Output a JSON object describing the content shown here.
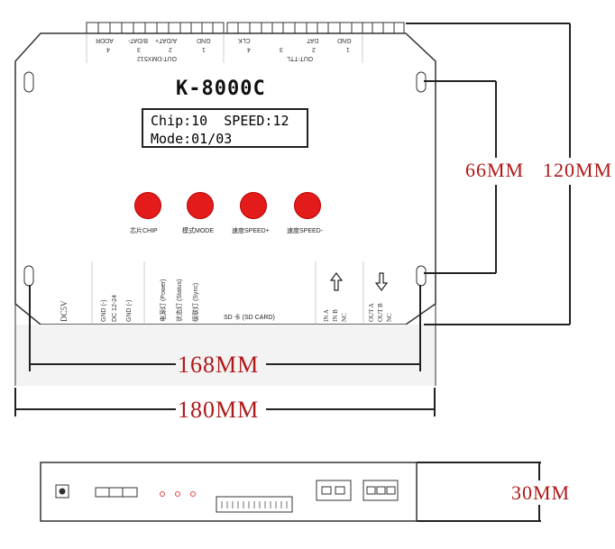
{
  "device": {
    "model": "K-8000C",
    "lcd_line1": "Chip:10  SPEED:12",
    "lcd_line2": "Mode:01/03"
  },
  "buttons": [
    {
      "label": "芯片CHIP"
    },
    {
      "label": "模式MODE"
    },
    {
      "label": "速度SPEED+"
    },
    {
      "label": "速度SPEED-"
    }
  ],
  "top_connectors": {
    "dmx_title": "OUT-DMX512",
    "dmx_pins": [
      "GND",
      "A/DAT+",
      "B/DAT-",
      "ADDR"
    ],
    "dmx_nums": [
      "1",
      "2",
      "3",
      "4"
    ],
    "ttl_title": "OUT-TTL",
    "ttl_pins": [
      "GND",
      "DAT",
      "",
      "CLK"
    ],
    "ttl_nums": [
      "1",
      "2",
      "3",
      "4"
    ]
  },
  "bottom_labels": {
    "dc5v": "DC5V",
    "gnd1": "GND (-)",
    "dc1224": "DC 12-24",
    "gnd2": "GND (-)",
    "power": "电源灯 (Power)",
    "status": "状态灯 (Status)",
    "sync": "级联灯 (Sync)",
    "sdcard": "SD 卡 (SD CARD)",
    "in_a": "IN A",
    "in_b": "IN B",
    "in_nc": "NC",
    "out_a": "OUT A",
    "out_b": "OUT B",
    "out_nc": "NC"
  },
  "dimensions": {
    "height_inner": "66MM",
    "height_outer": "120MM",
    "width_inner": "168MM",
    "width_outer": "180MM",
    "thickness": "30MM"
  },
  "colors": {
    "button_red": "#e31b1b",
    "dimension_text": "#b01818"
  }
}
